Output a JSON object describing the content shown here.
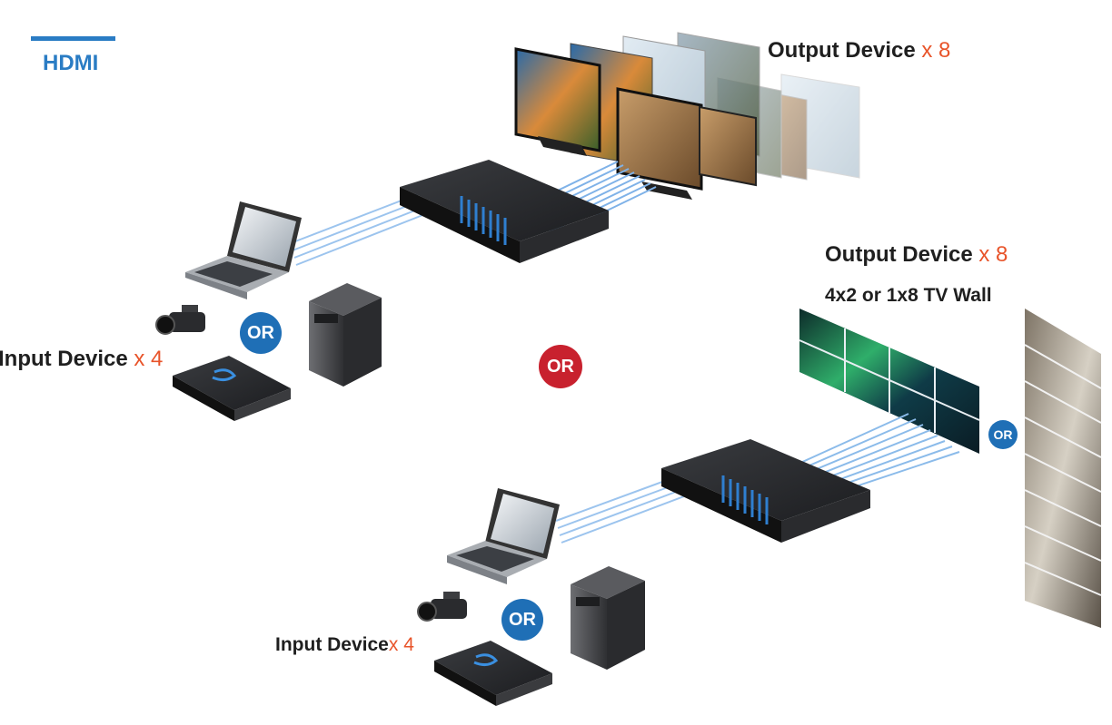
{
  "brand": {
    "label": "HDMI",
    "color": "#2a7cc4"
  },
  "top_scenario": {
    "output_label": "Output Device",
    "output_multiplier": "x 8",
    "input_label": "Input Device",
    "input_multiplier": "x 4",
    "or_label": "OR"
  },
  "middle_or": {
    "label": "OR",
    "color": "#c8212e"
  },
  "bottom_scenario": {
    "output_label": "Output Device",
    "output_multiplier": "x 8",
    "wall_label": "4x2 or 1x8 TV Wall",
    "input_label": "Input Device",
    "input_multiplier": "x 4",
    "or_label": "OR",
    "wall_or_label": "OR"
  },
  "colors": {
    "accent": "#e8542a",
    "or_blue": "#1f6fb6",
    "cable_blue": "#2f7fd0"
  }
}
